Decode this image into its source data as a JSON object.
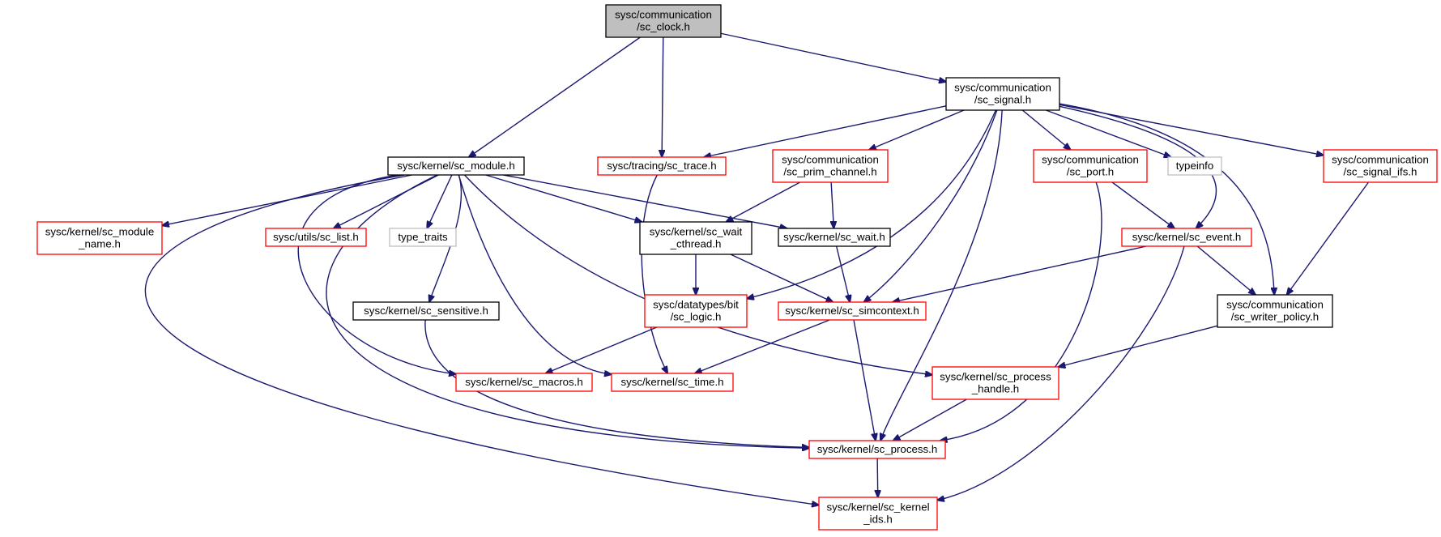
{
  "graph": {
    "nodes": [
      {
        "id": "sc_clock",
        "lines": [
          "sysc/communication",
          "/sc_clock.h"
        ],
        "style": "root"
      },
      {
        "id": "sc_signal",
        "lines": [
          "sysc/communication",
          "/sc_signal.h"
        ],
        "style": "black"
      },
      {
        "id": "sc_module",
        "lines": [
          "sysc/kernel/sc_module.h"
        ],
        "style": "black"
      },
      {
        "id": "sc_trace",
        "lines": [
          "sysc/tracing/sc_trace.h"
        ],
        "style": "red"
      },
      {
        "id": "sc_prim_channel",
        "lines": [
          "sysc/communication",
          "/sc_prim_channel.h"
        ],
        "style": "red"
      },
      {
        "id": "sc_port",
        "lines": [
          "sysc/communication",
          "/sc_port.h"
        ],
        "style": "red"
      },
      {
        "id": "typeinfo",
        "lines": [
          "typeinfo"
        ],
        "style": "gray"
      },
      {
        "id": "sc_signal_ifs",
        "lines": [
          "sysc/communication",
          "/sc_signal_ifs.h"
        ],
        "style": "red"
      },
      {
        "id": "sc_module_name",
        "lines": [
          "sysc/kernel/sc_module",
          "_name.h"
        ],
        "style": "red"
      },
      {
        "id": "sc_list",
        "lines": [
          "sysc/utils/sc_list.h"
        ],
        "style": "red"
      },
      {
        "id": "type_traits",
        "lines": [
          "type_traits"
        ],
        "style": "gray"
      },
      {
        "id": "sc_wait_cthread",
        "lines": [
          "sysc/kernel/sc_wait",
          "_cthread.h"
        ],
        "style": "black"
      },
      {
        "id": "sc_wait",
        "lines": [
          "sysc/kernel/sc_wait.h"
        ],
        "style": "black"
      },
      {
        "id": "sc_event",
        "lines": [
          "sysc/kernel/sc_event.h"
        ],
        "style": "red"
      },
      {
        "id": "sc_sensitive",
        "lines": [
          "sysc/kernel/sc_sensitive.h"
        ],
        "style": "black"
      },
      {
        "id": "sc_logic",
        "lines": [
          "sysc/datatypes/bit",
          "/sc_logic.h"
        ],
        "style": "red"
      },
      {
        "id": "sc_simcontext",
        "lines": [
          "sysc/kernel/sc_simcontext.h"
        ],
        "style": "red"
      },
      {
        "id": "sc_writer_policy",
        "lines": [
          "sysc/communication",
          "/sc_writer_policy.h"
        ],
        "style": "black"
      },
      {
        "id": "sc_macros",
        "lines": [
          "sysc/kernel/sc_macros.h"
        ],
        "style": "red"
      },
      {
        "id": "sc_time",
        "lines": [
          "sysc/kernel/sc_time.h"
        ],
        "style": "red"
      },
      {
        "id": "sc_process_handle",
        "lines": [
          "sysc/kernel/sc_process",
          "_handle.h"
        ],
        "style": "red"
      },
      {
        "id": "sc_process",
        "lines": [
          "sysc/kernel/sc_process.h"
        ],
        "style": "red"
      },
      {
        "id": "sc_kernel_ids",
        "lines": [
          "sysc/kernel/sc_kernel",
          "_ids.h"
        ],
        "style": "red"
      }
    ],
    "edges": [
      [
        "sc_clock",
        "sc_module"
      ],
      [
        "sc_clock",
        "sc_trace"
      ],
      [
        "sc_clock",
        "sc_signal"
      ],
      [
        "sc_signal",
        "sc_trace"
      ],
      [
        "sc_signal",
        "sc_prim_channel"
      ],
      [
        "sc_signal",
        "sc_port"
      ],
      [
        "sc_signal",
        "typeinfo"
      ],
      [
        "sc_signal",
        "sc_signal_ifs"
      ],
      [
        "sc_signal",
        "sc_event"
      ],
      [
        "sc_signal",
        "sc_writer_policy"
      ],
      [
        "sc_signal",
        "sc_logic"
      ],
      [
        "sc_signal",
        "sc_simcontext"
      ],
      [
        "sc_signal",
        "sc_process"
      ],
      [
        "sc_module",
        "sc_module_name"
      ],
      [
        "sc_module",
        "sc_list"
      ],
      [
        "sc_module",
        "type_traits"
      ],
      [
        "sc_module",
        "sc_wait_cthread"
      ],
      [
        "sc_module",
        "sc_wait"
      ],
      [
        "sc_module",
        "sc_sensitive"
      ],
      [
        "sc_module",
        "sc_macros"
      ],
      [
        "sc_module",
        "sc_time"
      ],
      [
        "sc_module",
        "sc_process_handle"
      ],
      [
        "sc_module",
        "sc_process"
      ],
      [
        "sc_module",
        "sc_kernel_ids"
      ],
      [
        "sc_trace",
        "sc_time"
      ],
      [
        "sc_prim_channel",
        "sc_wait_cthread"
      ],
      [
        "sc_prim_channel",
        "sc_wait"
      ],
      [
        "sc_port",
        "sc_event"
      ],
      [
        "sc_port",
        "sc_process"
      ],
      [
        "sc_signal_ifs",
        "sc_writer_policy"
      ],
      [
        "sc_wait_cthread",
        "sc_logic"
      ],
      [
        "sc_wait_cthread",
        "sc_simcontext"
      ],
      [
        "sc_wait",
        "sc_simcontext"
      ],
      [
        "sc_event",
        "sc_simcontext"
      ],
      [
        "sc_event",
        "sc_writer_policy"
      ],
      [
        "sc_event",
        "sc_kernel_ids"
      ],
      [
        "sc_sensitive",
        "sc_process"
      ],
      [
        "sc_logic",
        "sc_macros"
      ],
      [
        "sc_simcontext",
        "sc_time"
      ],
      [
        "sc_simcontext",
        "sc_process"
      ],
      [
        "sc_writer_policy",
        "sc_process_handle"
      ],
      [
        "sc_process_handle",
        "sc_process"
      ],
      [
        "sc_process",
        "sc_kernel_ids"
      ]
    ]
  }
}
